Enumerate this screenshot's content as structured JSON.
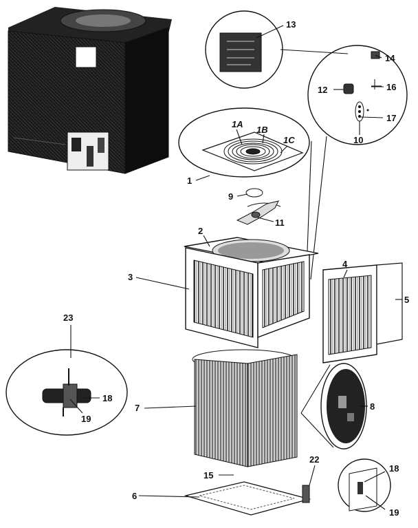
{
  "callouts": {
    "c1": "1",
    "c1a": "1A",
    "c1b": "1B",
    "c1c": "1C",
    "c2": "2",
    "c3": "3",
    "c4": "4",
    "c5": "5",
    "c6": "6",
    "c7": "7",
    "c8": "8",
    "c9": "9",
    "c10": "10",
    "c11": "11",
    "c12": "12",
    "c13": "13",
    "c14": "14",
    "c15": "15",
    "c16": "16",
    "c17": "17",
    "c18a": "18",
    "c19a": "19",
    "c18b": "18",
    "c19b": "19",
    "c22": "22",
    "c23": "23"
  }
}
